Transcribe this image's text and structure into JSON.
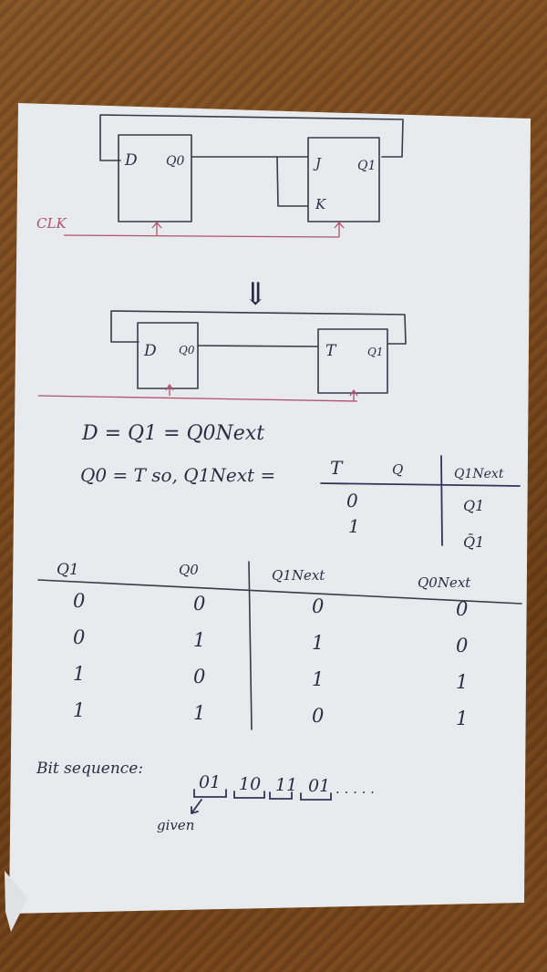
{
  "colors": {
    "paper": "#e9ecef",
    "ink": "#2c2c44",
    "clock_ink": "#b4506a",
    "desk": "#7a4a1f"
  },
  "circuit1": {
    "ff1": {
      "in": "D",
      "out": "Q0"
    },
    "ff2": {
      "in1": "J",
      "in2": "K",
      "out": "Q1"
    },
    "clock_label": "CLK"
  },
  "arrow_symbol": "⇓",
  "circuit2": {
    "ff1": {
      "in": "D",
      "out": "Q0"
    },
    "ff2": {
      "in": "T",
      "out": "Q1"
    }
  },
  "equations": {
    "eq1": "D = Q1 = Q0Next",
    "eq2_left": "Q0 = T  so, Q1Next =",
    "t_table": {
      "headers": [
        "T",
        "Q1Next"
      ],
      "scribble": "Q",
      "rows": [
        [
          "0",
          "Q1"
        ],
        [
          "1",
          "Q̄1"
        ]
      ]
    }
  },
  "state_table": {
    "headers": [
      "Q1",
      "Q0",
      "Q1Next",
      "Q0Next"
    ],
    "rows": [
      [
        "0",
        "0",
        "0",
        "0"
      ],
      [
        "0",
        "1",
        "1",
        "0"
      ],
      [
        "1",
        "0",
        "1",
        "1"
      ],
      [
        "1",
        "1",
        "0",
        "1"
      ]
    ]
  },
  "bit_sequence": {
    "label": "Bit sequence:",
    "groups": [
      "01",
      "10",
      "11",
      "01"
    ],
    "ellipsis": ". . . . .",
    "note": "given"
  }
}
